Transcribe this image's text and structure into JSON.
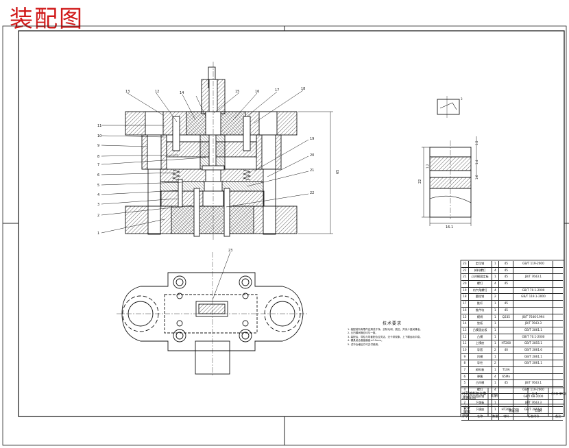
{
  "title": "装配图",
  "colors": {
    "title": "#d01818",
    "line": "#111111",
    "hatch": "#222222"
  },
  "balloons": {
    "left": [
      "11",
      "10",
      "9",
      "8",
      "7",
      "6",
      "5",
      "4",
      "3",
      "2",
      "1"
    ],
    "top": [
      "13",
      "12",
      "14",
      "15",
      "16",
      "17",
      "18"
    ],
    "right": [
      "19",
      "20",
      "21",
      "22"
    ],
    "plan": "23"
  },
  "dimensions": {
    "overall_height": "65",
    "detail_width": "16.1",
    "detail_height": "22",
    "detail_small": [
      "1.5",
      "1.4",
      "1.6",
      "1.2",
      "3"
    ]
  },
  "notes": {
    "title": "技术要求",
    "lines": [
      "1. 装配前所有零件应清洗干净，去除毛刺、锐边，并涂少量润滑油。",
      "2. 凸凹模间隙应均匀一致。",
      "3. 装配后，导柱与导套配合应灵活，无卡滞现象，上下模运动平稳。",
      "4. 模具闭合高度偏差±0.5mm。",
      "5. 试冲合格后方可交付使用。"
    ]
  },
  "bom": {
    "rows": [
      [
        "23",
        "定位销",
        "1",
        "45",
        "GB/T 119-2000",
        ""
      ],
      [
        "22",
        "卸料螺钉",
        "4",
        "45",
        "",
        ""
      ],
      [
        "21",
        "凸凹模固定板",
        "1",
        "45",
        "JB/T 7643.1",
        ""
      ],
      [
        "20",
        "螺钉",
        "4",
        "45",
        "",
        ""
      ],
      [
        "19",
        "内六角螺钉",
        "4",
        "",
        "GB/T 70.1-2000",
        ""
      ],
      [
        "18",
        "圆柱销",
        "2",
        "",
        "GB/T 119.1-2000",
        ""
      ],
      [
        "17",
        "推杆",
        "1",
        "45",
        "",
        ""
      ],
      [
        "16",
        "推件块",
        "1",
        "45",
        "",
        ""
      ],
      [
        "15",
        "模柄",
        "1",
        "Q235",
        "JB/T 7646-1994",
        ""
      ],
      [
        "14",
        "垫板",
        "1",
        "",
        "JB/T 7643.3",
        ""
      ],
      [
        "13",
        "凸模固定板",
        "1",
        "",
        "GB/T 2861.1",
        ""
      ],
      [
        "12",
        "凸模",
        "1",
        "",
        "GB/T 70.1-2000",
        ""
      ],
      [
        "11",
        "上模座",
        "1",
        "HT200",
        "GB/T 2855.1",
        ""
      ],
      [
        "10",
        "导套",
        "2",
        "40",
        "GB/T 2861.6",
        ""
      ],
      [
        "9",
        "凹模",
        "1",
        "",
        "GB/T 2861.1",
        ""
      ],
      [
        "8",
        "导柱",
        "2",
        "",
        "GB/T 2861.1",
        ""
      ],
      [
        "7",
        "卸料板",
        "1",
        "T10A",
        "",
        ""
      ],
      [
        "6",
        "弹簧",
        "4",
        "65Mn",
        "",
        ""
      ],
      [
        "5",
        "凸凹模",
        "1",
        "45",
        "JB/T 7643.1",
        ""
      ],
      [
        "4",
        "螺钉",
        "4",
        "",
        "GB/T 119-2000",
        ""
      ],
      [
        "3",
        "挡料销",
        "1",
        "",
        "GB/T 68-2000",
        ""
      ],
      [
        "2",
        "下垫板",
        "1",
        "",
        "JB/T 7643.3",
        ""
      ],
      [
        "1",
        "下模座",
        "1",
        "HT200",
        "GB/T 2855.1",
        ""
      ],
      [
        "序号",
        "名称",
        "数量",
        "材料",
        "标准代号",
        "备注"
      ]
    ]
  },
  "titleblock": {
    "drawing_name": "冲孔落料复合模具装配图",
    "scale_label": "比例",
    "scale": "1:1",
    "sheet": "共1张 第1张",
    "school": "装配图",
    "signers": [
      "设计",
      "审核",
      "批准"
    ],
    "label_date": "日期"
  }
}
